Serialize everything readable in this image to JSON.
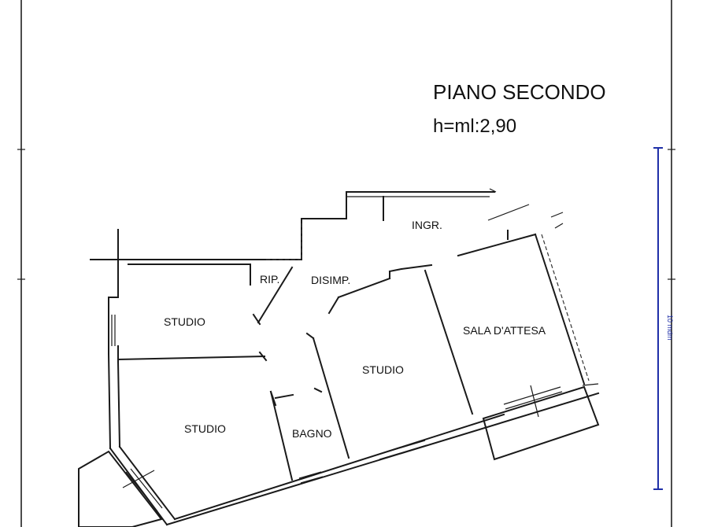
{
  "title": "PIANO SECONDO",
  "height_note": "h=ml:2,90",
  "rooms": {
    "ingresso": "INGR.",
    "ripostiglio": "RIP.",
    "disimpegno": "DISIMP.",
    "studio_1": "STUDIO",
    "studio_2": "STUDIO",
    "studio_3": "STUDIO",
    "bagno": "BAGNO",
    "sala_attesa": "SALA D'ATTESA"
  },
  "dimension_label": "10 mdm"
}
